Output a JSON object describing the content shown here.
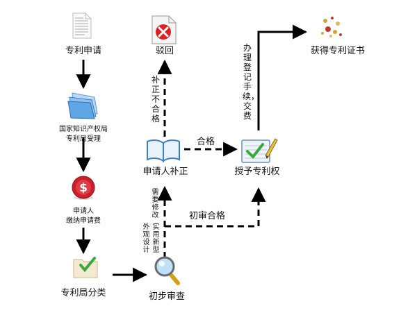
{
  "nodes": {
    "patent_application": "专利申请",
    "office_accept_line1": "国家知识产权局",
    "office_accept_line2": "专利局受理",
    "applicant_fee_line1": "申请人",
    "applicant_fee_line2": "缴纳申请费",
    "office_classify": "专利局分类",
    "preliminary_exam": "初步审查",
    "applicant_amend": "申请人补正",
    "rejected": "驳回",
    "grant_patent": "授予专利权",
    "obtain_certificate": "获得专利证书"
  },
  "edge_labels": {
    "amend_fail": "补正不合格",
    "qualified": "合格",
    "prelim_qualified": "初审合格",
    "needs_modify": "需要修改",
    "utility_design_col1": "实用新型",
    "utility_design_col2": "外观设计",
    "register_pay": "办理登记手续，交费"
  },
  "colors": {
    "arrow": "#000000",
    "reject_red": "#e02020",
    "money_red": "#c8202a",
    "book_blue": "#3d7fc4",
    "checkbox_green": "#3aa83a",
    "magnifier_gold": "#d4a017"
  },
  "icons": {
    "application": "document-icon",
    "office": "folder-stack-icon",
    "fee": "money-icon",
    "classify": "folder-check-icon",
    "exam": "magnifier-icon",
    "amend": "open-book-icon",
    "reject": "reject-document-icon",
    "grant": "checklist-pen-icon",
    "certificate": "certificate-icon"
  }
}
